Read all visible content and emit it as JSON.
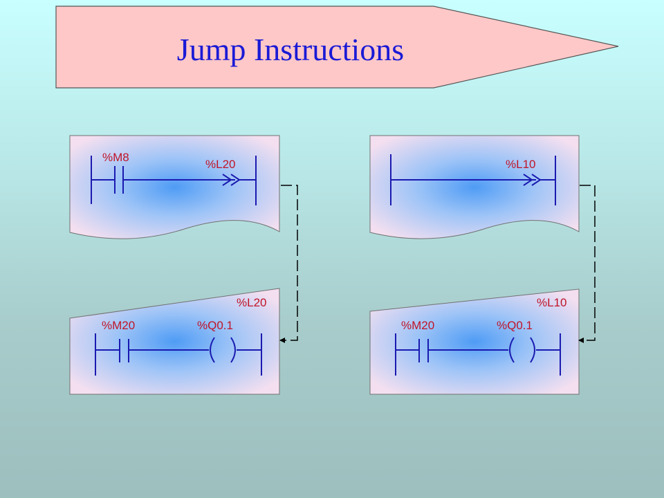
{
  "title": "Jump Instructions",
  "colors": {
    "banner_fill": "#ffc8c8",
    "title_text": "#1a1ad6",
    "label_text": "#c01428",
    "ladder_lines": "#1a1ab0",
    "panel_fill": "#f3dff0",
    "panel_glow": "#4f9cf5"
  },
  "left": {
    "top_contact": "%M8",
    "top_jump": "%L20",
    "bottom_label": "%L20",
    "bottom_contact": "%M20",
    "bottom_coil": "%Q0.1"
  },
  "right": {
    "top_jump": "%L10",
    "bottom_label": "%L10",
    "bottom_contact": "%M20",
    "bottom_coil": "%Q0.1"
  }
}
